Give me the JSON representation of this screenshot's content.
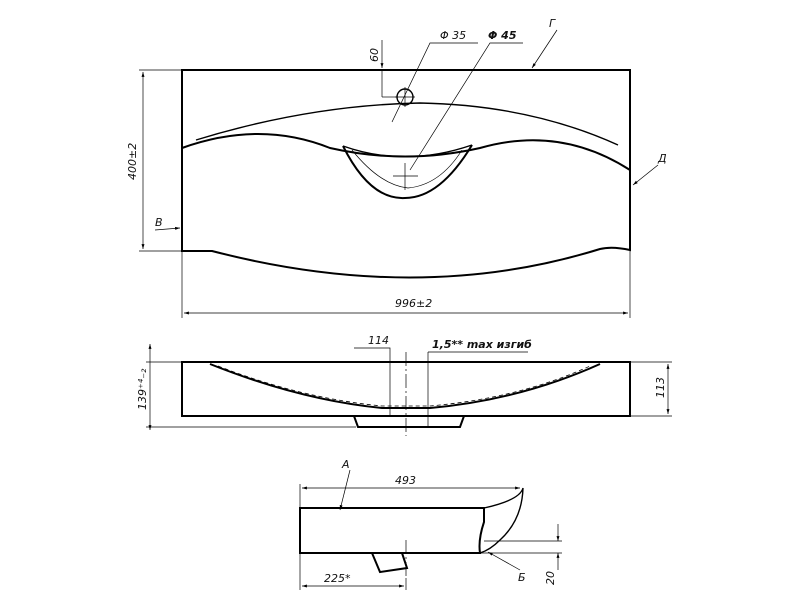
{
  "drawing": {
    "top_view": {
      "width_dim": "996±2",
      "height_dim": "400±2",
      "tap_offset_dim": "60",
      "hole_small": "Φ 35",
      "hole_large": "Φ 45",
      "view_g": "Г",
      "view_d": "Д",
      "view_v": "В"
    },
    "front_view": {
      "offset_dim": "114",
      "bend_note": "1,5** max изгиб",
      "height_left": "139⁺⁴₋₂",
      "height_right": "113"
    },
    "side_view": {
      "depth_dim": "493",
      "drain_dim": "225*",
      "thickness_dim": "20",
      "view_a": "А",
      "view_b": "Б"
    }
  }
}
